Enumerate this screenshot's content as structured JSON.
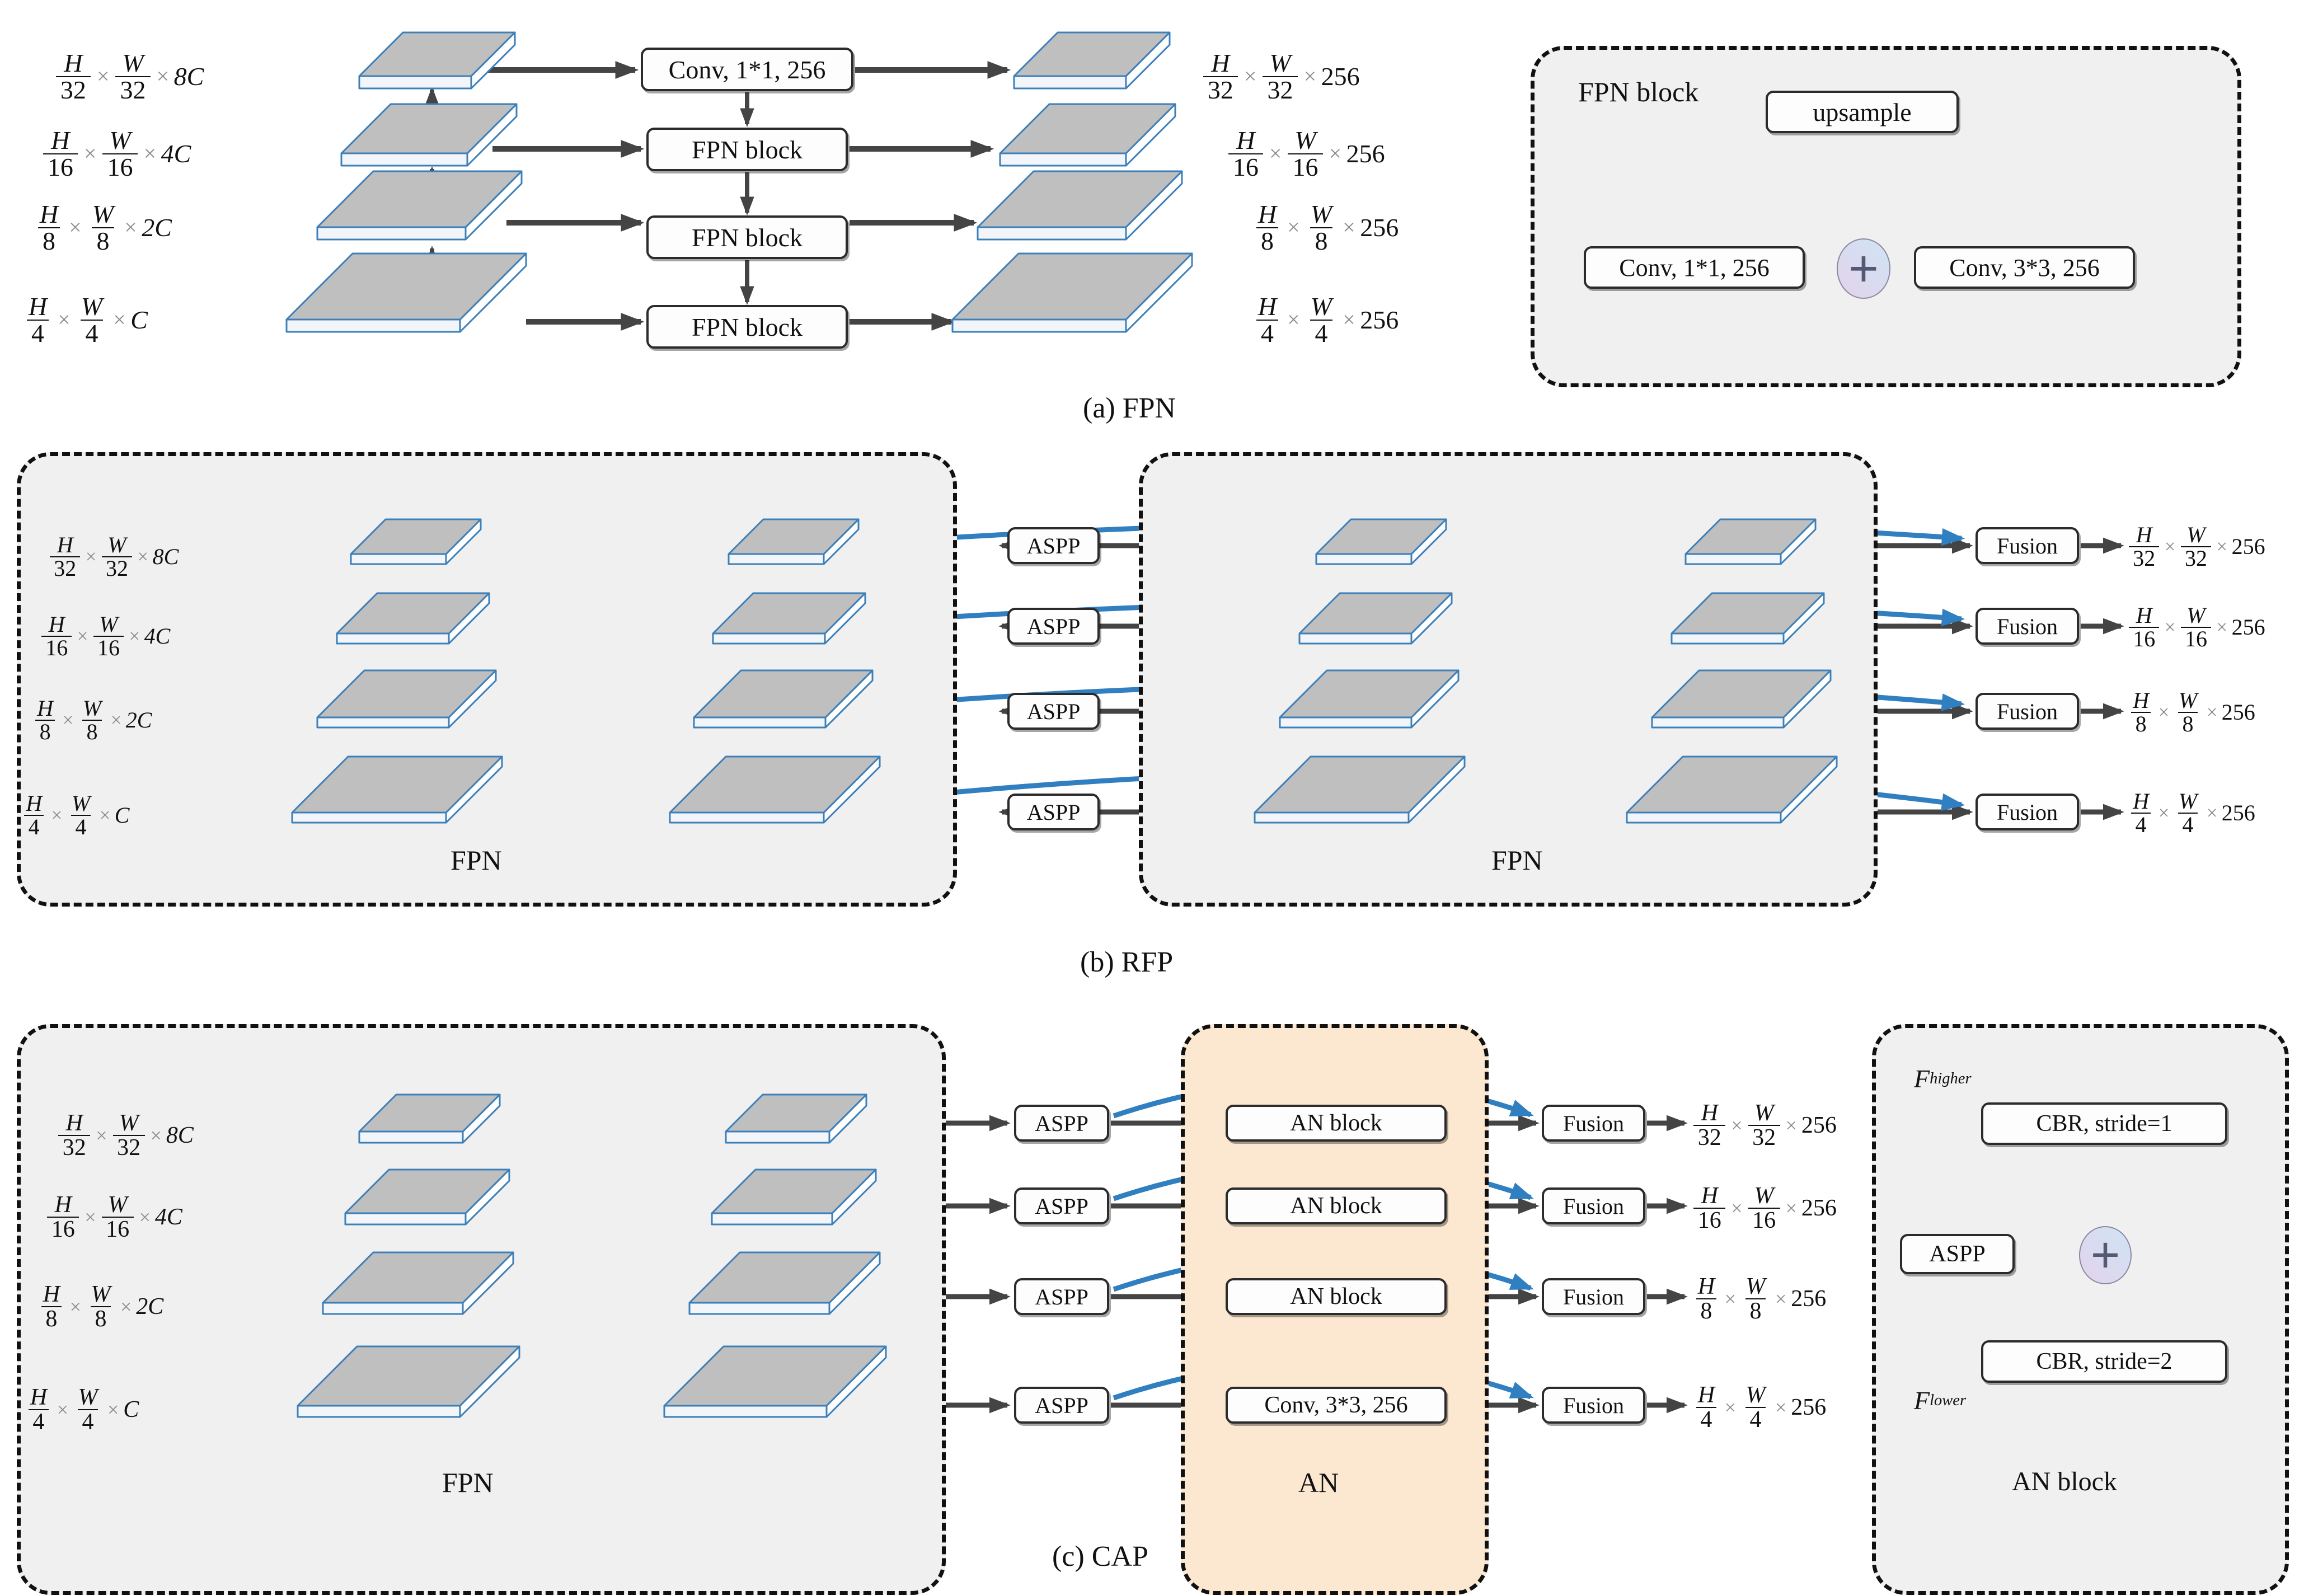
{
  "figure": {
    "panels": [
      {
        "id": "a",
        "caption": "(a) FPN"
      },
      {
        "id": "b",
        "caption": "(b) RFP"
      },
      {
        "id": "c",
        "caption": "(c) CAP"
      }
    ]
  },
  "labels": {
    "fpn_group": "FPN",
    "an_group": "AN",
    "fpn_block_group": "FPN block",
    "an_block_group": "AN block",
    "f_higher": "F",
    "f_higher_sub": "higher",
    "f_lower": "F",
    "f_lower_sub": "lower"
  },
  "boxes": {
    "conv1x1": "Conv, 1*1, 256",
    "conv3x3": "Conv, 3*3, 256",
    "fpn_block": "FPN block",
    "upsample": "upsample",
    "aspp": "ASPP",
    "fusion": "Fusion",
    "an_block": "AN block",
    "cbr_s1": "CBR, stride=1",
    "cbr_s2": "CBR, stride=2",
    "plus": "+"
  },
  "scales": {
    "inputs": [
      {
        "den": "32",
        "chan": "8C"
      },
      {
        "den": "16",
        "chan": "4C"
      },
      {
        "den": "8",
        "chan": "2C"
      },
      {
        "den": "4",
        "chan": "C"
      }
    ],
    "outputs": [
      {
        "den": "32",
        "chan": "256"
      },
      {
        "den": "16",
        "chan": "256"
      },
      {
        "den": "8",
        "chan": "256"
      },
      {
        "den": "4",
        "chan": "256"
      }
    ],
    "H": "H",
    "W": "W",
    "times": "×"
  },
  "colors": {
    "slab_top": "#bfbfbf",
    "slab_edge": "#3d7fb8",
    "slab_side": "#ffffff",
    "group_bg": "#f0f0f0",
    "an_bg": "#fce8d0",
    "arrow": "#444444",
    "skip": "#2f7fc1",
    "plus_border": "#8a8aa0"
  }
}
